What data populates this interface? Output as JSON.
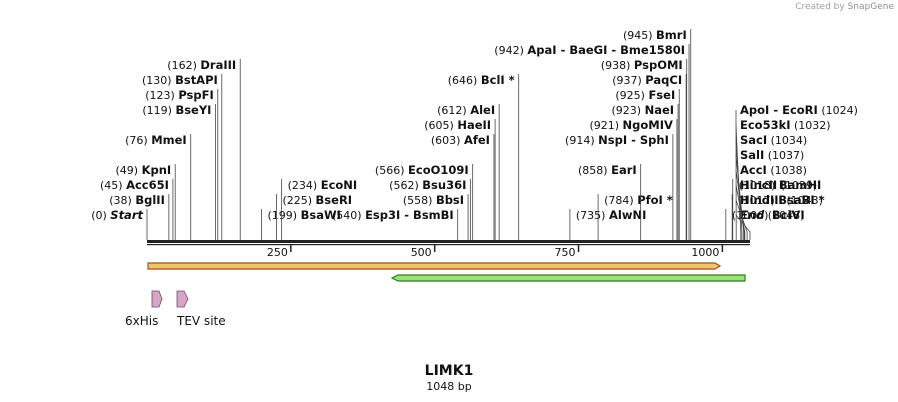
{
  "credit": {
    "prefix": "Created by",
    "brand": "SnapGene"
  },
  "sequence": {
    "name": "LIMK1",
    "length_label": "1048 bp",
    "length": 1048
  },
  "ruler": {
    "ticks": [
      250,
      500,
      750,
      1000
    ]
  },
  "colors": {
    "backbone": "#222222",
    "orf_fill": "#f3c46a",
    "orf_stroke": "#a0521b",
    "primer_fill": "#9be07a",
    "primer_stroke": "#2e7d16",
    "feature": "#d6a6c6"
  },
  "sites": [
    {
      "name": "Start",
      "pos": "(0)",
      "bp": 0,
      "side": "L",
      "row": 0,
      "italic": true
    },
    {
      "name": "BglII",
      "pos": "(38)",
      "bp": 38,
      "side": "L",
      "row": 1
    },
    {
      "name": "Acc65I",
      "pos": "(45)",
      "bp": 45,
      "side": "L",
      "row": 2
    },
    {
      "name": "KpnI",
      "pos": "(49)",
      "bp": 49,
      "side": "L",
      "row": 3
    },
    {
      "name": "MmeI",
      "pos": "(76)",
      "bp": 76,
      "side": "L",
      "row": 5
    },
    {
      "name": "BseYI",
      "pos": "(119)",
      "bp": 119,
      "side": "L",
      "row": 7
    },
    {
      "name": "PspFI",
      "pos": "(123)",
      "bp": 123,
      "side": "L",
      "row": 8
    },
    {
      "name": "BstAPI",
      "pos": "(130)",
      "bp": 130,
      "side": "L",
      "row": 9
    },
    {
      "name": "DraIII",
      "pos": "(162)",
      "bp": 162,
      "side": "L",
      "row": 10
    },
    {
      "name": "BsaWI",
      "pos": "(199)",
      "bp": 199,
      "side": "R",
      "row": 0
    },
    {
      "name": "BseRI",
      "pos": "(225)",
      "bp": 225,
      "side": "R",
      "row": 1
    },
    {
      "name": "EcoNI",
      "pos": "(234)",
      "bp": 234,
      "side": "R",
      "row": 2
    },
    {
      "name": "Esp3I - BsmBI",
      "pos": "(540)",
      "bp": 540,
      "side": "L",
      "row": 0
    },
    {
      "name": "BbsI",
      "pos": "(558)",
      "bp": 558,
      "side": "L",
      "row": 1
    },
    {
      "name": "Bsu36I",
      "pos": "(562)",
      "bp": 562,
      "side": "L",
      "row": 2
    },
    {
      "name": "EcoO109I",
      "pos": "(566)",
      "bp": 566,
      "side": "L",
      "row": 3
    },
    {
      "name": "AfeI",
      "pos": "(603)",
      "bp": 603,
      "side": "L",
      "row": 5
    },
    {
      "name": "HaeII",
      "pos": "(605)",
      "bp": 605,
      "side": "L",
      "row": 6
    },
    {
      "name": "AleI",
      "pos": "(612)",
      "bp": 612,
      "side": "L",
      "row": 7
    },
    {
      "name": "BclI *",
      "pos": "(646)",
      "bp": 646,
      "side": "L",
      "row": 9
    },
    {
      "name": "ApaI - BaeGI - Bme1580I",
      "pos": "(942)",
      "bp": 942,
      "side": "L",
      "row": 11
    },
    {
      "name": "AlwNI",
      "pos": "(735)",
      "bp": 735,
      "side": "R",
      "row": 0
    },
    {
      "name": "PfoI *",
      "pos": "(784)",
      "bp": 784,
      "side": "R",
      "row": 1
    },
    {
      "name": "NspI - SphI",
      "pos": "(914)",
      "bp": 914,
      "side": "L",
      "row": 5
    },
    {
      "name": "EarI",
      "pos": "(858)",
      "bp": 858,
      "side": "L",
      "row": 3
    },
    {
      "name": "NgoMIV",
      "pos": "(921)",
      "bp": 921,
      "side": "L",
      "row": 6
    },
    {
      "name": "NaeI",
      "pos": "(923)",
      "bp": 923,
      "side": "L",
      "row": 7
    },
    {
      "name": "FseI",
      "pos": "(925)",
      "bp": 925,
      "side": "L",
      "row": 8
    },
    {
      "name": "PaqCI",
      "pos": "(937)",
      "bp": 937,
      "side": "L",
      "row": 9
    },
    {
      "name": "PspOMI",
      "pos": "(938)",
      "bp": 938,
      "side": "L",
      "row": 10
    },
    {
      "name": "BmrI",
      "pos": "(945)",
      "bp": 945,
      "side": "L",
      "row": 12
    },
    {
      "name": "BciVI",
      "pos": "(1006)",
      "bp": 1006,
      "side": "R",
      "row": 0
    },
    {
      "name": "BsaBI *",
      "pos": "(1017)",
      "bp": 1017,
      "side": "R",
      "row": 1
    },
    {
      "name": "BamHI",
      "pos": "(1018)",
      "bp": 1018,
      "side": "R",
      "row": 2
    },
    {
      "name": "End",
      "pos": "(1048)",
      "bp": 1048,
      "side": "RR",
      "row": 0,
      "italic": true
    },
    {
      "name": "HindIII",
      "pos": "(1043)",
      "bp": 1043,
      "side": "RR",
      "row": 1
    },
    {
      "name": "HincII",
      "pos": "(1039)",
      "bp": 1039,
      "side": "RR",
      "row": 2
    },
    {
      "name": "AccI",
      "pos": "(1038)",
      "bp": 1038,
      "side": "RR",
      "row": 3
    },
    {
      "name": "SalI",
      "pos": "(1037)",
      "bp": 1037,
      "side": "RR",
      "row": 4
    },
    {
      "name": "SacI",
      "pos": "(1034)",
      "bp": 1034,
      "side": "RR",
      "row": 5
    },
    {
      "name": "Eco53kI",
      "pos": "(1032)",
      "bp": 1032,
      "side": "RR",
      "row": 6
    },
    {
      "name": "ApoI - EcoRI",
      "pos": "(1024)",
      "bp": 1024,
      "side": "RR",
      "row": 7
    }
  ],
  "features": [
    {
      "name": "6xHis"
    },
    {
      "name": "TEV site"
    }
  ]
}
